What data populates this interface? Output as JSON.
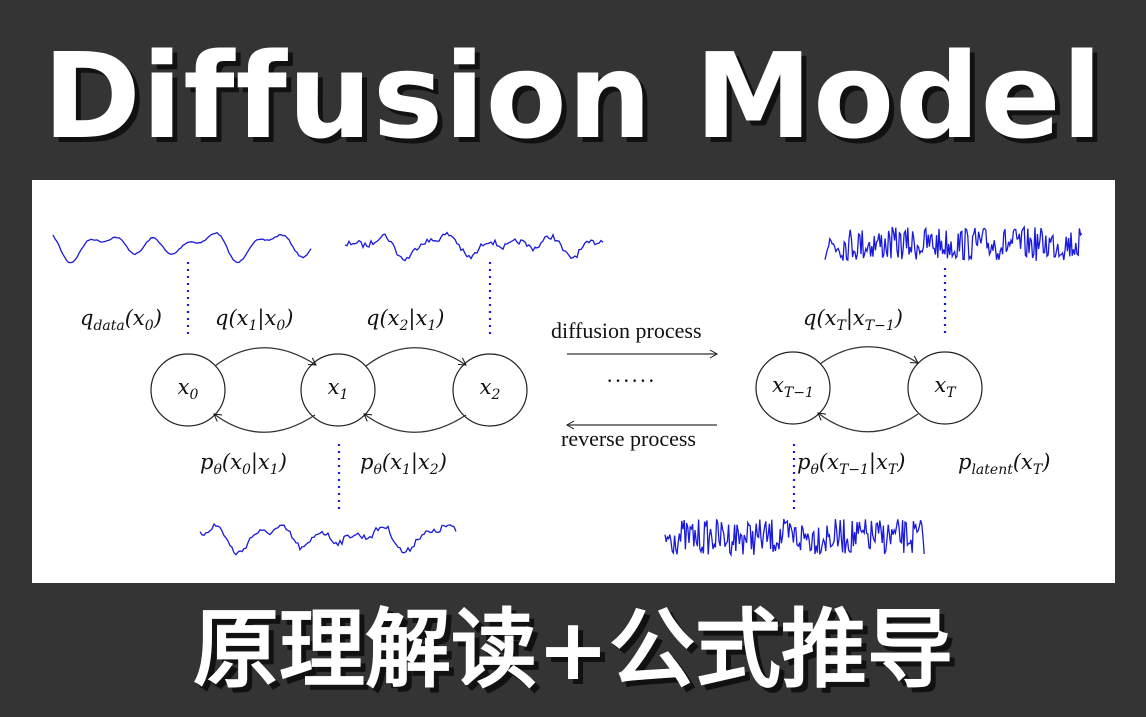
{
  "title": "Diffusion Model",
  "subtitle": "原理解读+公式推导",
  "colors": {
    "background": "#343434",
    "panel": "#ffffff",
    "wave": "#1a1adc",
    "ink": "#111111"
  },
  "diagram": {
    "nodes": [
      [
        [
          "x",
          0
        ],
        [
          "0",
          1
        ]
      ],
      [
        [
          "x",
          0
        ],
        [
          "1",
          1
        ]
      ],
      [
        [
          "x",
          0
        ],
        [
          "2",
          1
        ]
      ],
      [
        [
          "x",
          0
        ],
        [
          "T−1",
          1
        ]
      ],
      [
        [
          "x",
          0
        ],
        [
          "T",
          1
        ]
      ]
    ],
    "forward_labels": [
      [
        [
          "q",
          0
        ],
        [
          "data",
          1
        ],
        [
          "(x",
          0
        ],
        [
          "0",
          1
        ],
        [
          ")",
          0
        ]
      ],
      [
        [
          "q(x",
          0
        ],
        [
          "1",
          1
        ],
        [
          "|x",
          0
        ],
        [
          "0",
          1
        ],
        [
          ")",
          0
        ]
      ],
      [
        [
          "q(x",
          0
        ],
        [
          "2",
          1
        ],
        [
          "|x",
          0
        ],
        [
          "1",
          1
        ],
        [
          ")",
          0
        ]
      ],
      [
        [
          "q(x",
          0
        ],
        [
          "T",
          1
        ],
        [
          "|x",
          0
        ],
        [
          "T−1",
          1
        ],
        [
          ")",
          0
        ]
      ]
    ],
    "reverse_labels": [
      [
        [
          "p",
          0
        ],
        [
          "θ",
          1
        ],
        [
          "(x",
          0
        ],
        [
          "0",
          1
        ],
        [
          "|x",
          0
        ],
        [
          "1",
          1
        ],
        [
          ")",
          0
        ]
      ],
      [
        [
          "p",
          0
        ],
        [
          "θ",
          1
        ],
        [
          "(x",
          0
        ],
        [
          "1",
          1
        ],
        [
          "|x",
          0
        ],
        [
          "2",
          1
        ],
        [
          ")",
          0
        ]
      ],
      [
        [
          "p",
          0
        ],
        [
          "θ",
          1
        ],
        [
          "(x",
          0
        ],
        [
          "T−1",
          1
        ],
        [
          "|x",
          0
        ],
        [
          "T",
          1
        ],
        [
          ")",
          0
        ]
      ],
      [
        [
          "p",
          0
        ],
        [
          "latent",
          1
        ],
        [
          "(x",
          0
        ],
        [
          "T",
          1
        ],
        [
          ")",
          0
        ]
      ]
    ],
    "diffusion_label": "diffusion process",
    "reverse_label": "reverse process",
    "ellipsis": "······"
  }
}
